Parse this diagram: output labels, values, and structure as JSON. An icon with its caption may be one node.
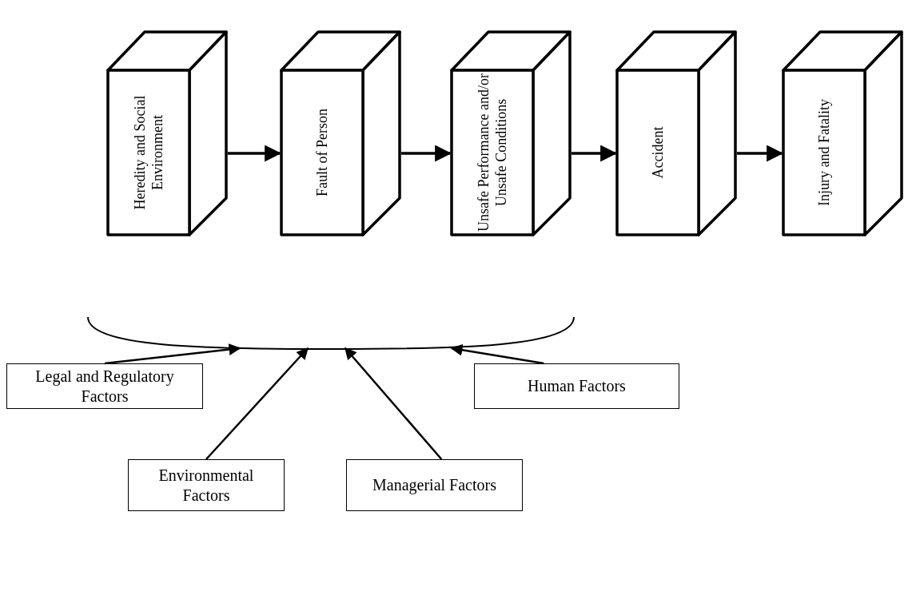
{
  "diagram": {
    "nodes": [
      {
        "text": [
          "Heredity and Social Environment"
        ]
      },
      {
        "text": [
          "Fault of Person"
        ]
      },
      {
        "text": [
          "Unsafe Performance and/or Unsafe Conditions"
        ]
      },
      {
        "text": [
          "Accident"
        ]
      },
      {
        "text": [
          "Injury and Fatality"
        ]
      },
      {
        "text": [],
        "shape": "arc"
      },
      {
        "text": [
          "Legal and Regulatory Factors"
        ]
      },
      {
        "text": [
          "Human Factors"
        ]
      },
      {
        "text": [
          "Environmental Factors"
        ]
      },
      {
        "text": [
          "Managerial Factors"
        ]
      }
    ],
    "edges": [
      {
        "from": 0,
        "to": 1,
        "arrow": "to"
      },
      {
        "from": 1,
        "to": 2,
        "arrow": "to"
      },
      {
        "from": 2,
        "to": 3,
        "arrow": "to"
      },
      {
        "from": 3,
        "to": 4,
        "arrow": "to"
      },
      {
        "from": 6,
        "to": 5,
        "arrow": "to"
      },
      {
        "from": 8,
        "to": 5,
        "arrow": "to"
      },
      {
        "from": 9,
        "to": 5,
        "arrow": "to"
      },
      {
        "from": 7,
        "to": 5,
        "arrow": "to"
      }
    ]
  }
}
